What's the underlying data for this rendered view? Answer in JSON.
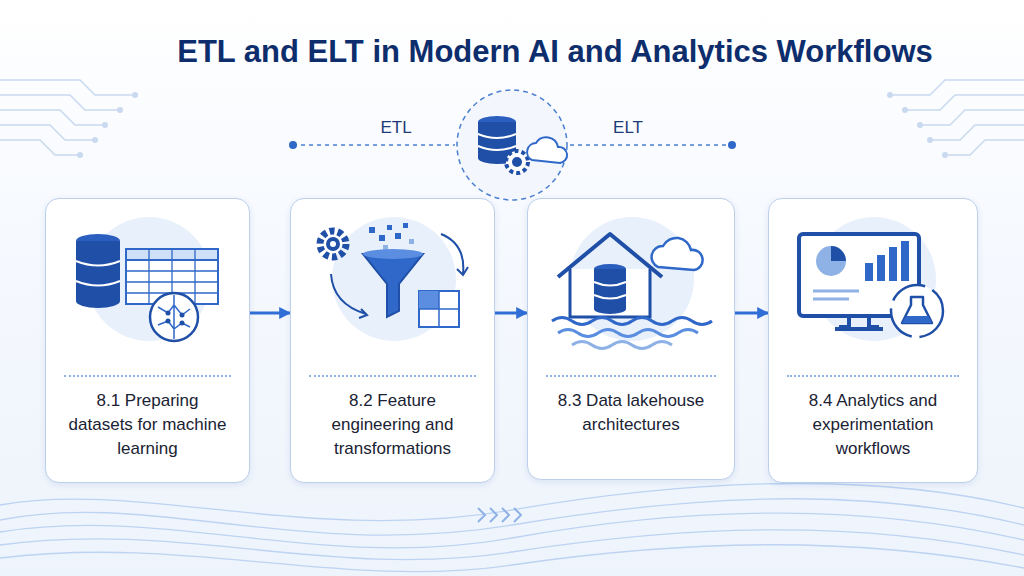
{
  "diagram": {
    "title": "ETL and ELT in Modern AI and Analytics Workflows",
    "nodes": [
      {
        "text": [
          "8.1 Preparing datasets for machine learning"
        ]
      },
      {
        "text": [
          "8.2 Feature engineering and transformations"
        ]
      },
      {
        "text": [
          "8.3 Data lakehouse architectures"
        ]
      },
      {
        "text": [
          "8.4 Analytics and experimentation workflows"
        ]
      }
    ],
    "edges": [
      {
        "from": 0,
        "to": 1,
        "arrow": "to"
      },
      {
        "from": 1,
        "to": 2,
        "arrow": "to"
      },
      {
        "from": 2,
        "to": 3,
        "arrow": "to"
      }
    ],
    "labels": [
      "ETL",
      "ELT"
    ]
  }
}
